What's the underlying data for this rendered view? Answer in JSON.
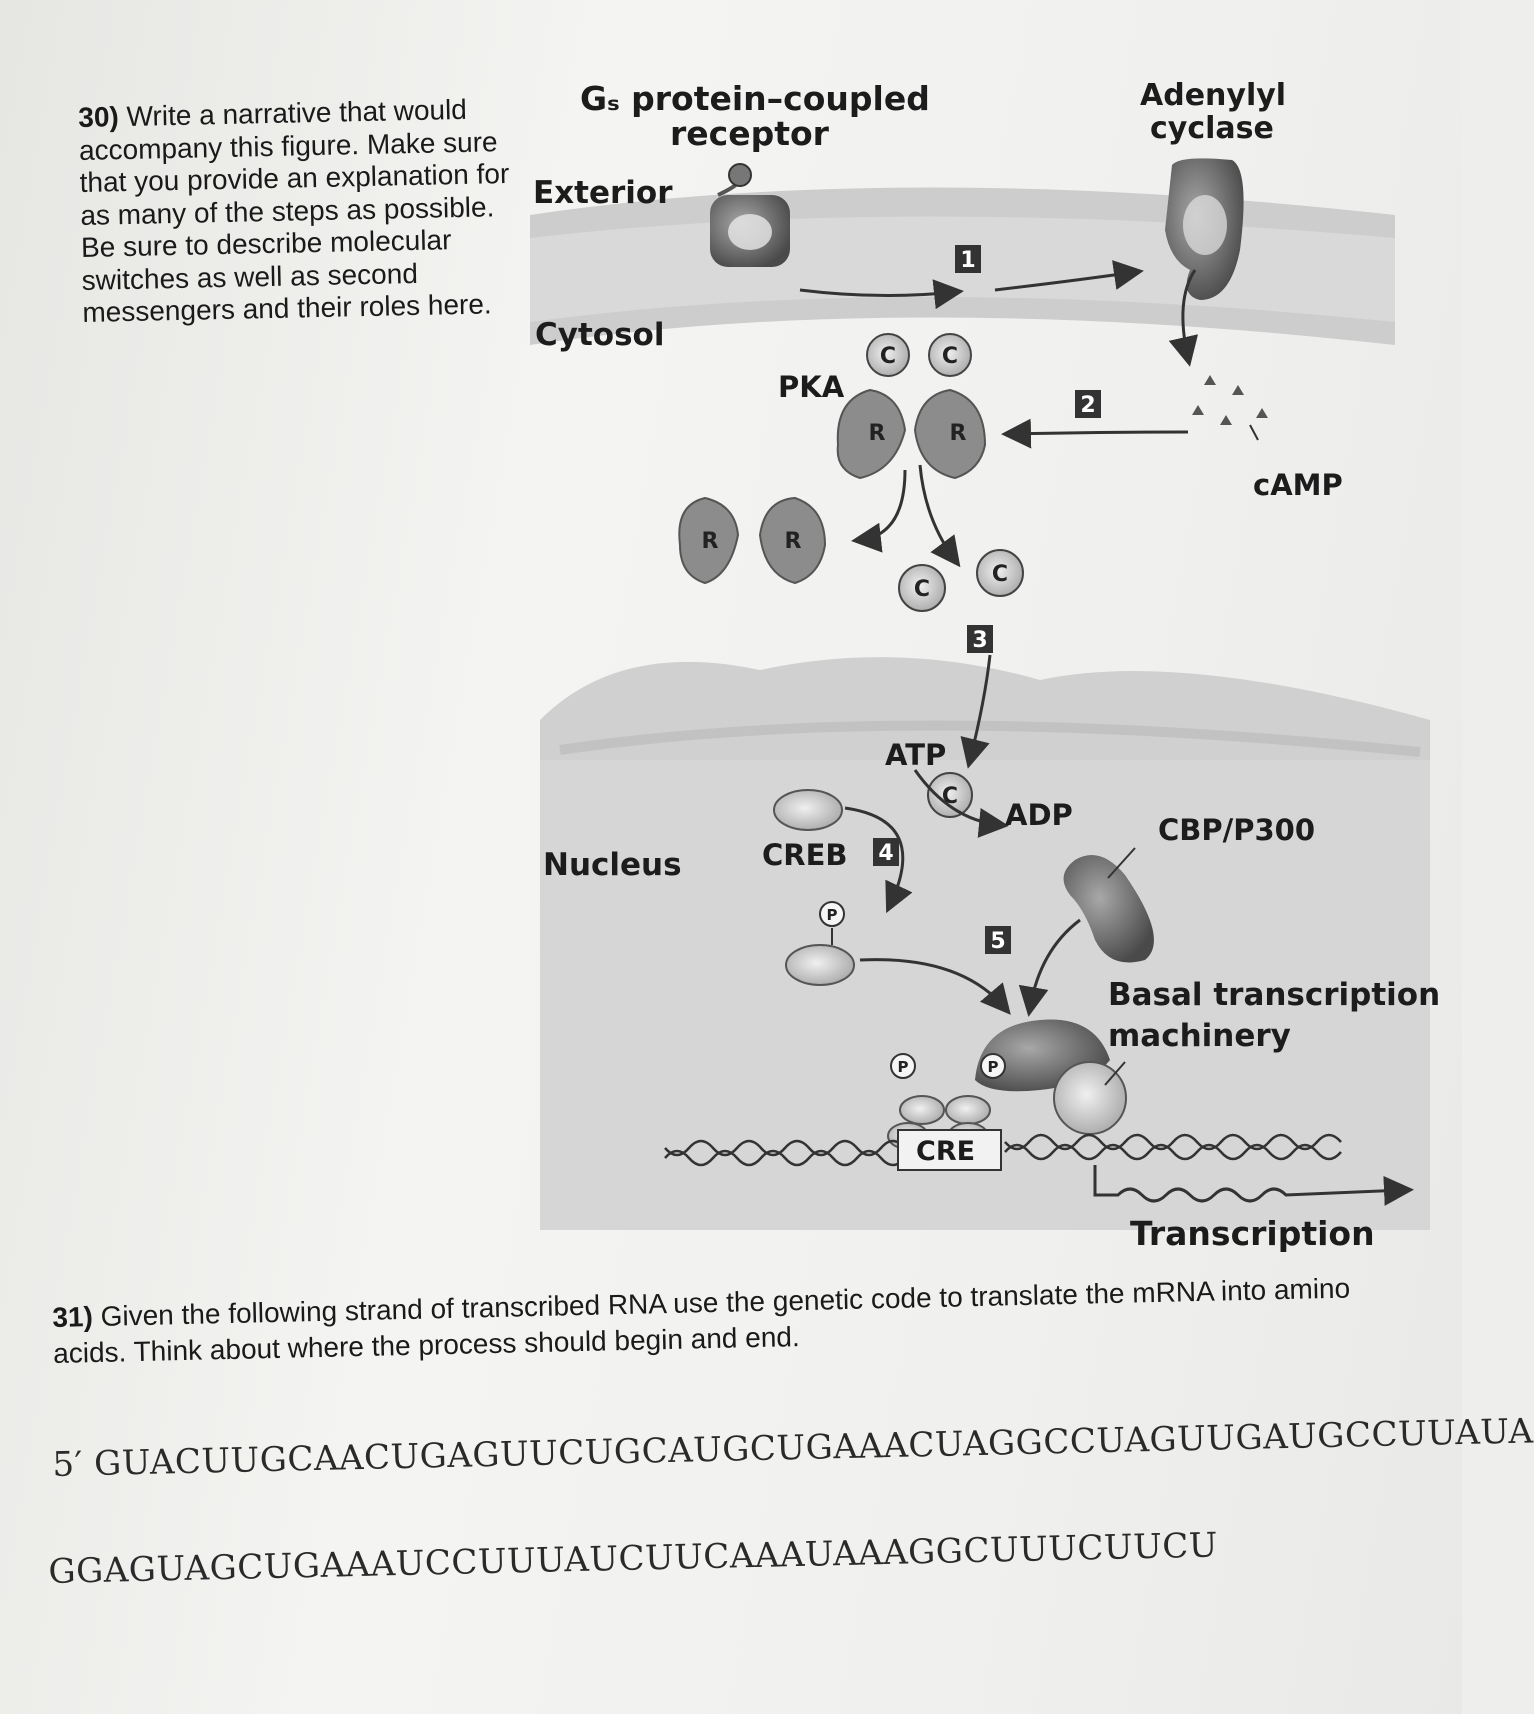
{
  "q30": {
    "number": "30)",
    "text": "Write a narrative that would accompany this figure. Make sure that you provide an explanation for as many of the steps as possible. Be sure to describe molecular switches as well as second messengers and their roles here."
  },
  "figure": {
    "gs_receptor": "Gₛ protein–coupled receptor",
    "adenylyl_cyclase": "Adenylyl cyclase",
    "exterior": "Exterior",
    "cytosol": "Cytosol",
    "nucleus": "Nucleus",
    "pka": "PKA",
    "camp": "cAMP",
    "atp": "ATP",
    "adp": "ADP",
    "creb": "CREB",
    "cbp": "CBP/P300",
    "basal": "Basal transcription machinery",
    "cre": "CRE",
    "transcription": "Transcription",
    "subunit_c": "C",
    "subunit_r": "R",
    "phospho": "P",
    "steps": [
      "1",
      "2",
      "3",
      "4",
      "5"
    ]
  },
  "q31": {
    "number": "31)",
    "text": "Given the following strand of transcribed RNA use the genetic code to translate the mRNA into amino acids. Think about where the process should begin and end.",
    "seq_line1": "5′ GUACUUGCAACUGAGUUCUGCAUGCUGAAACUAGGCCUAGUUGAUGCCUUAUA",
    "seq_line2": "GGAGUAGCUGAAAUCCUUUAUCUUCAAAUAAAGGCUUUCUUCU"
  }
}
